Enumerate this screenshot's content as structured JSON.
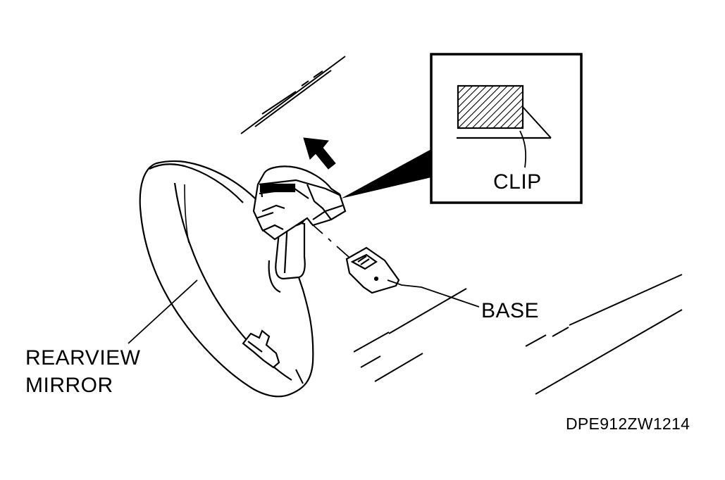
{
  "labels": {
    "clip": "CLIP",
    "base": "BASE",
    "mirror_line1": "REARVIEW",
    "mirror_line2": "MIRROR",
    "figure_code": "DPE912ZW1214"
  },
  "colors": {
    "ink": "#000000",
    "paper": "#ffffff"
  }
}
